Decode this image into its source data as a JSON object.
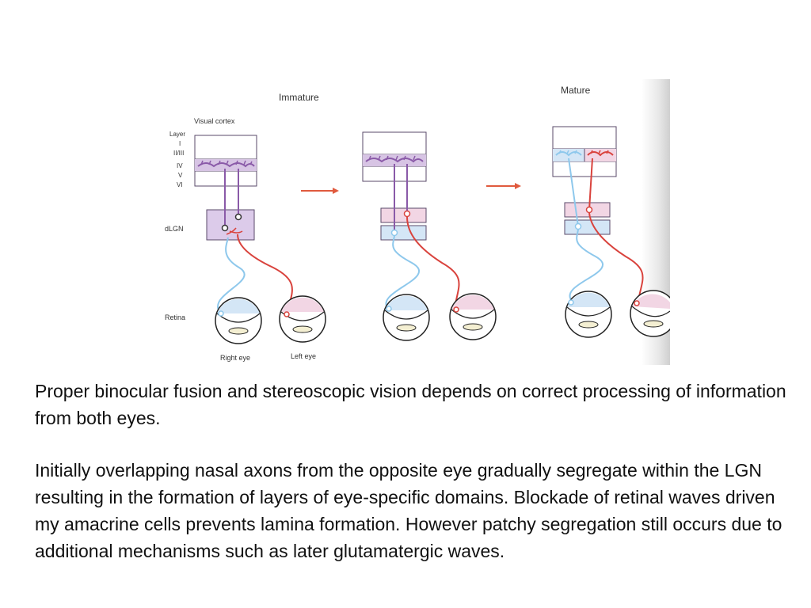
{
  "figure": {
    "stage_labels": {
      "immature": "Immature",
      "mature": "Mature"
    },
    "cortex_label": "Visual cortex",
    "layer_labels": [
      "Layer",
      "I",
      "II/III",
      "IV",
      "V",
      "VI"
    ],
    "dlgn_label": "dLGN",
    "retina_label": "Retina",
    "eye_labels": {
      "right": "Right eye",
      "left": "Left eye"
    },
    "colors": {
      "right_eye_axon": "#8ec8ec",
      "left_eye_axon": "#d9433d",
      "mixed_axon": "#8a5aa8",
      "cortex_band": "#d7c4e4",
      "lgn_mixed": "#dccbea",
      "lgn_left": "#f2d6e4",
      "lgn_right": "#d4e6f6",
      "arrow": "#e05a3e"
    }
  },
  "text": {
    "paragraph1": "Proper binocular fusion and stereoscopic vision depends on correct processing of information from both eyes.",
    "paragraph2": "Initially overlapping nasal axons from the opposite eye gradually segregate within the LGN resulting in the formation of layers of eye-specific domains. Blockade of retinal waves driven my amacrine cells prevents lamina formation. However patchy segregation still occurs due to additional mechanisms such as later glutamatergic waves."
  }
}
